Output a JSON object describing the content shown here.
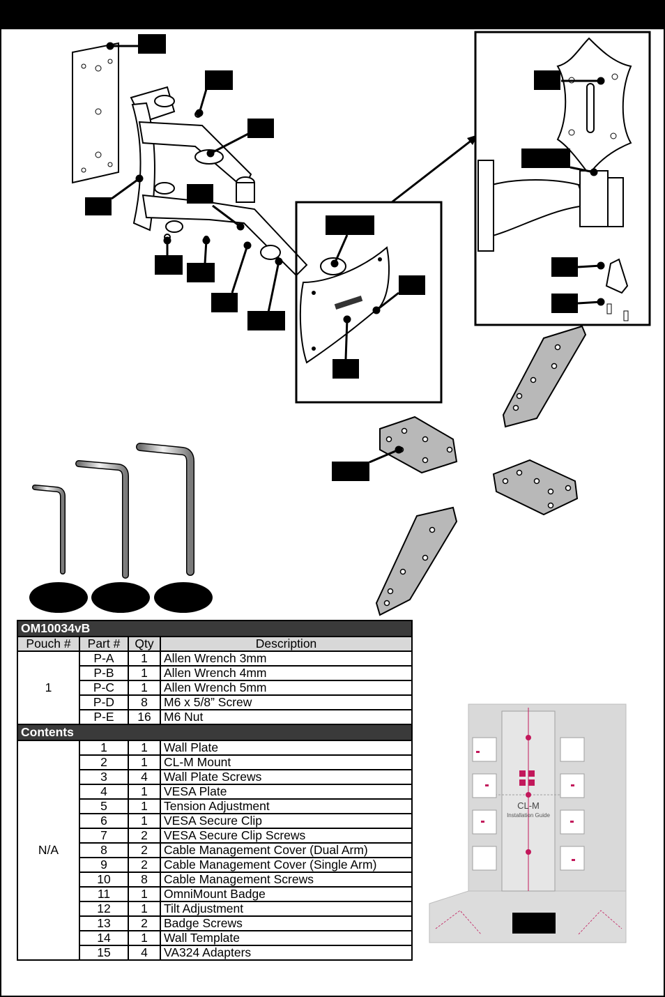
{
  "kit": {
    "model": "OM10034vB",
    "headers": {
      "pouch": "Pouch #",
      "part": "Part #",
      "qty": "Qty",
      "description": "Description"
    },
    "pouch_label": "1",
    "pouch_items": [
      {
        "part": "P-A",
        "qty": "1",
        "description": "Allen Wrench 3mm"
      },
      {
        "part": "P-B",
        "qty": "1",
        "description": "Allen Wrench 4mm"
      },
      {
        "part": "P-C",
        "qty": "1",
        "description": "Allen Wrench 5mm"
      },
      {
        "part": "P-D",
        "qty": "8",
        "description": "M6 x 5/8” Screw"
      },
      {
        "part": "P-E",
        "qty": "16",
        "description": "M6 Nut"
      }
    ]
  },
  "contents": {
    "title": "Contents",
    "group_label": "N/A",
    "items": [
      {
        "part": "1",
        "qty": "1",
        "description": "Wall Plate"
      },
      {
        "part": "2",
        "qty": "1",
        "description": "CL-M Mount"
      },
      {
        "part": "3",
        "qty": "4",
        "description": "Wall Plate Screws"
      },
      {
        "part": "4",
        "qty": "1",
        "description": "VESA Plate"
      },
      {
        "part": "5",
        "qty": "1",
        "description": "Tension Adjustment"
      },
      {
        "part": "6",
        "qty": "1",
        "description": "VESA Secure Clip"
      },
      {
        "part": "7",
        "qty": "2",
        "description": "VESA Secure Clip Screws"
      },
      {
        "part": "8",
        "qty": "2",
        "description": "Cable Management Cover (Dual Arm)"
      },
      {
        "part": "9",
        "qty": "2",
        "description": "Cable Management Cover (Single Arm)"
      },
      {
        "part": "10",
        "qty": "8",
        "description": "Cable Management Screws"
      },
      {
        "part": "11",
        "qty": "1",
        "description": "OmniMount Badge"
      },
      {
        "part": "12",
        "qty": "1",
        "description": "Tilt Adjustment"
      },
      {
        "part": "13",
        "qty": "2",
        "description": "Badge Screws"
      },
      {
        "part": "14",
        "qty": "1",
        "description": "Wall Template"
      },
      {
        "part": "15",
        "qty": "4",
        "description": "VA324 Adapters"
      }
    ]
  },
  "template_sheet": {
    "title": "CL-M",
    "subtitle": "Installation Guide"
  },
  "colors": {
    "ink": "#000000",
    "table_title_bg": "#3a3a3a",
    "table_header_bg": "#d8d8d8",
    "template_accent": "#c2185b",
    "template_paper": "#d9d9d9"
  }
}
